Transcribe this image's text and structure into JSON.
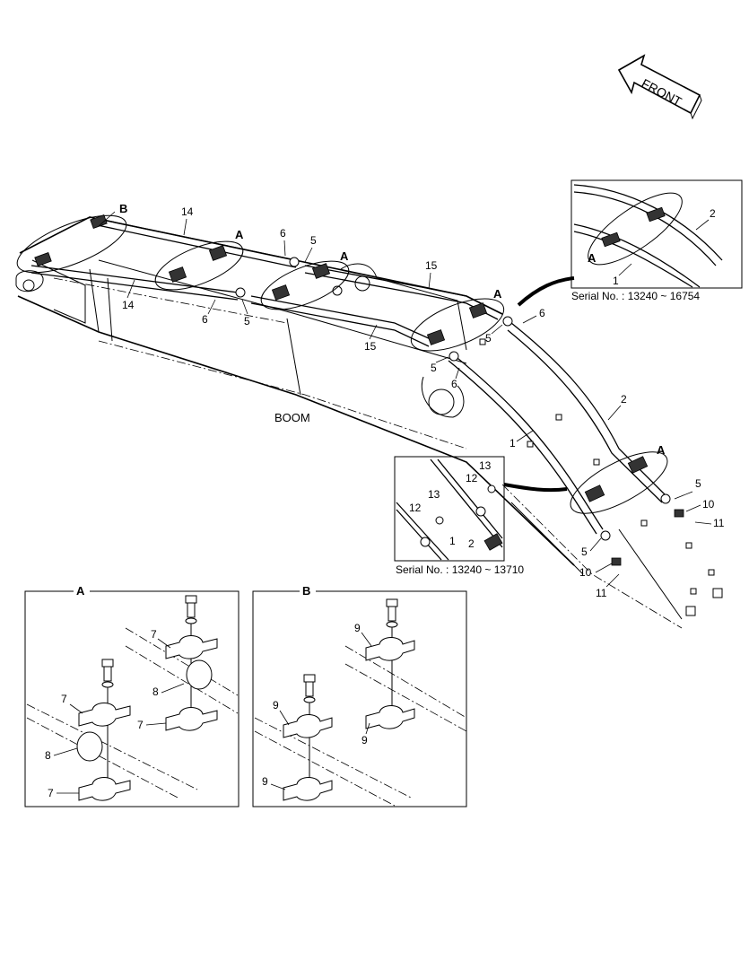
{
  "front_label": "FRONT",
  "boom_label": "BOOM",
  "inset_upper": {
    "serial": "Serial No. : 13240 ~ 16754"
  },
  "inset_middle": {
    "serial": "Serial No. : 13240 ~ 13710"
  },
  "detail_a": {
    "title": "A"
  },
  "detail_b": {
    "title": "B"
  },
  "callouts": {
    "c1": "1",
    "c2": "2",
    "c5": "5",
    "c6": "6",
    "c7": "7",
    "c8": "8",
    "c9": "9",
    "c10": "10",
    "c11": "11",
    "c12": "12",
    "c13": "13",
    "c14": "14",
    "c15": "15",
    "cA": "A",
    "cB": "B"
  }
}
